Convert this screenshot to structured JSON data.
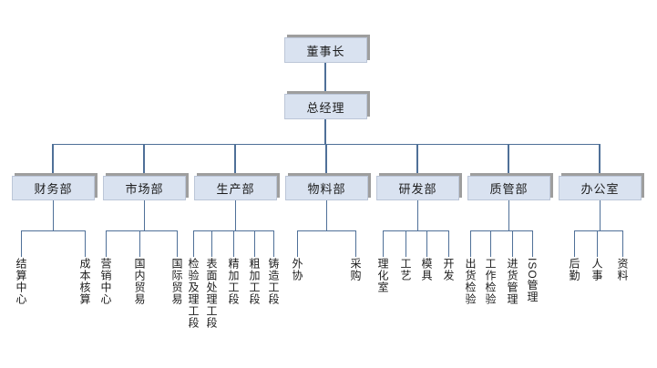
{
  "org": {
    "chairman": "董事长",
    "general_manager": "总经理",
    "departments": [
      {
        "name": "财务部",
        "children": [
          "结算中心",
          "成本核算"
        ]
      },
      {
        "name": "市场部",
        "children": [
          "营销中心",
          "国内贸易",
          "国际贸易"
        ]
      },
      {
        "name": "生产部",
        "children": [
          "检验及理工段",
          "表面处理工段",
          "精加工段",
          "粗加工段",
          "铸造工段"
        ]
      },
      {
        "name": "物料部",
        "children": [
          "外协",
          "采购"
        ]
      },
      {
        "name": "研发部",
        "children": [
          "理化室",
          "工艺",
          "模具",
          "开发"
        ]
      },
      {
        "name": "质管部",
        "children": [
          "出货检验",
          "工作检验",
          "进货管理",
          "ISO管理"
        ]
      },
      {
        "name": "办公室",
        "children": [
          "后勤",
          "人事",
          "资料"
        ]
      }
    ]
  },
  "colors": {
    "background": "#ffffff",
    "node_fill": "#d9e2f0",
    "node_border": "#bcc6d8",
    "node_shadow": "#9e9e9e",
    "connector": "#4f7098",
    "text": "#1c1c1c"
  }
}
